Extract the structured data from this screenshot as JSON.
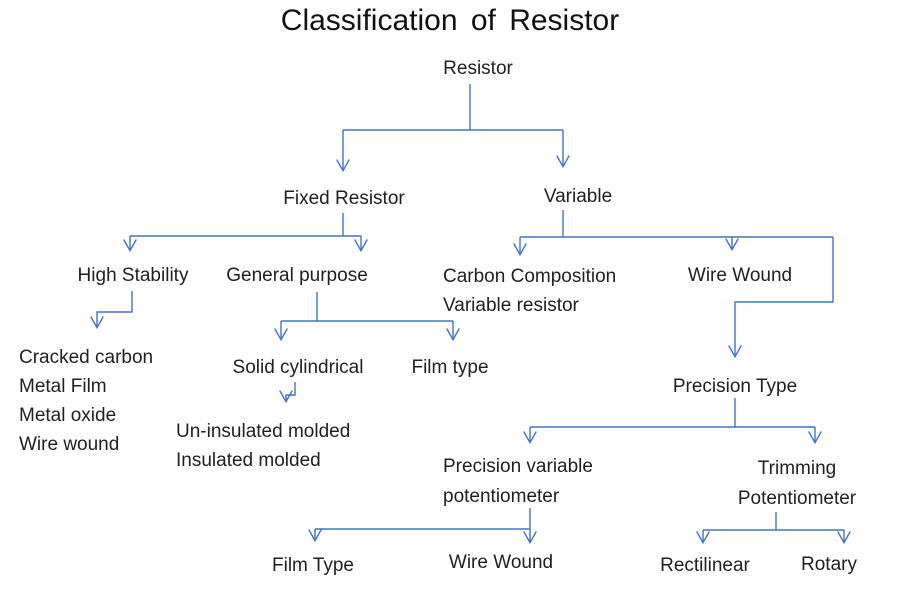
{
  "title": "Classification of Resistor",
  "theme": {
    "line-color": "#4472C4",
    "text-color": "#1F1F1F",
    "background": "#FFFFFF"
  },
  "diagram": {
    "type": "tree",
    "nodes": {
      "resistor": {
        "label": "Resistor"
      },
      "fixed_resistor": {
        "label": "Fixed Resistor",
        "parent": "resistor"
      },
      "variable": {
        "label": "Variable",
        "parent": "resistor"
      },
      "high_stability": {
        "label": "High Stability",
        "parent": "fixed_resistor"
      },
      "general_purpose": {
        "label": "General purpose",
        "parent": "fixed_resistor"
      },
      "high_stability_types": {
        "label": "Cracked carbon\nMetal Film\nMetal oxide\nWire wound",
        "parent": "high_stability"
      },
      "solid_cylindrical": {
        "label": "Solid cylindrical",
        "parent": "general_purpose"
      },
      "film_type_general": {
        "label": "Film type",
        "parent": "general_purpose"
      },
      "molded_types": {
        "label": "Un-insulated molded\nInsulated molded",
        "parent": "solid_cylindrical"
      },
      "carbon_composition": {
        "label": "Carbon Composition\nVariable resistor",
        "parent": "variable"
      },
      "wire_wound_variable": {
        "label": "Wire Wound",
        "parent": "variable"
      },
      "precision_type": {
        "label": "Precision Type",
        "parent": "variable"
      },
      "precision_variable_potentiometer": {
        "label": "Precision variable\npotentiometer",
        "parent": "precision_type"
      },
      "trimming_potentiometer": {
        "label": "Trimming\nPotentiometer",
        "parent": "precision_type"
      },
      "film_type_precision": {
        "label": "Film Type",
        "parent": "precision_variable_potentiometer"
      },
      "wire_wound_precision": {
        "label": "Wire Wound",
        "parent": "precision_variable_potentiometer"
      },
      "rectilinear": {
        "label": "Rectilinear",
        "parent": "trimming_potentiometer"
      },
      "rotary": {
        "label": "Rotary",
        "parent": "trimming_potentiometer"
      }
    }
  }
}
